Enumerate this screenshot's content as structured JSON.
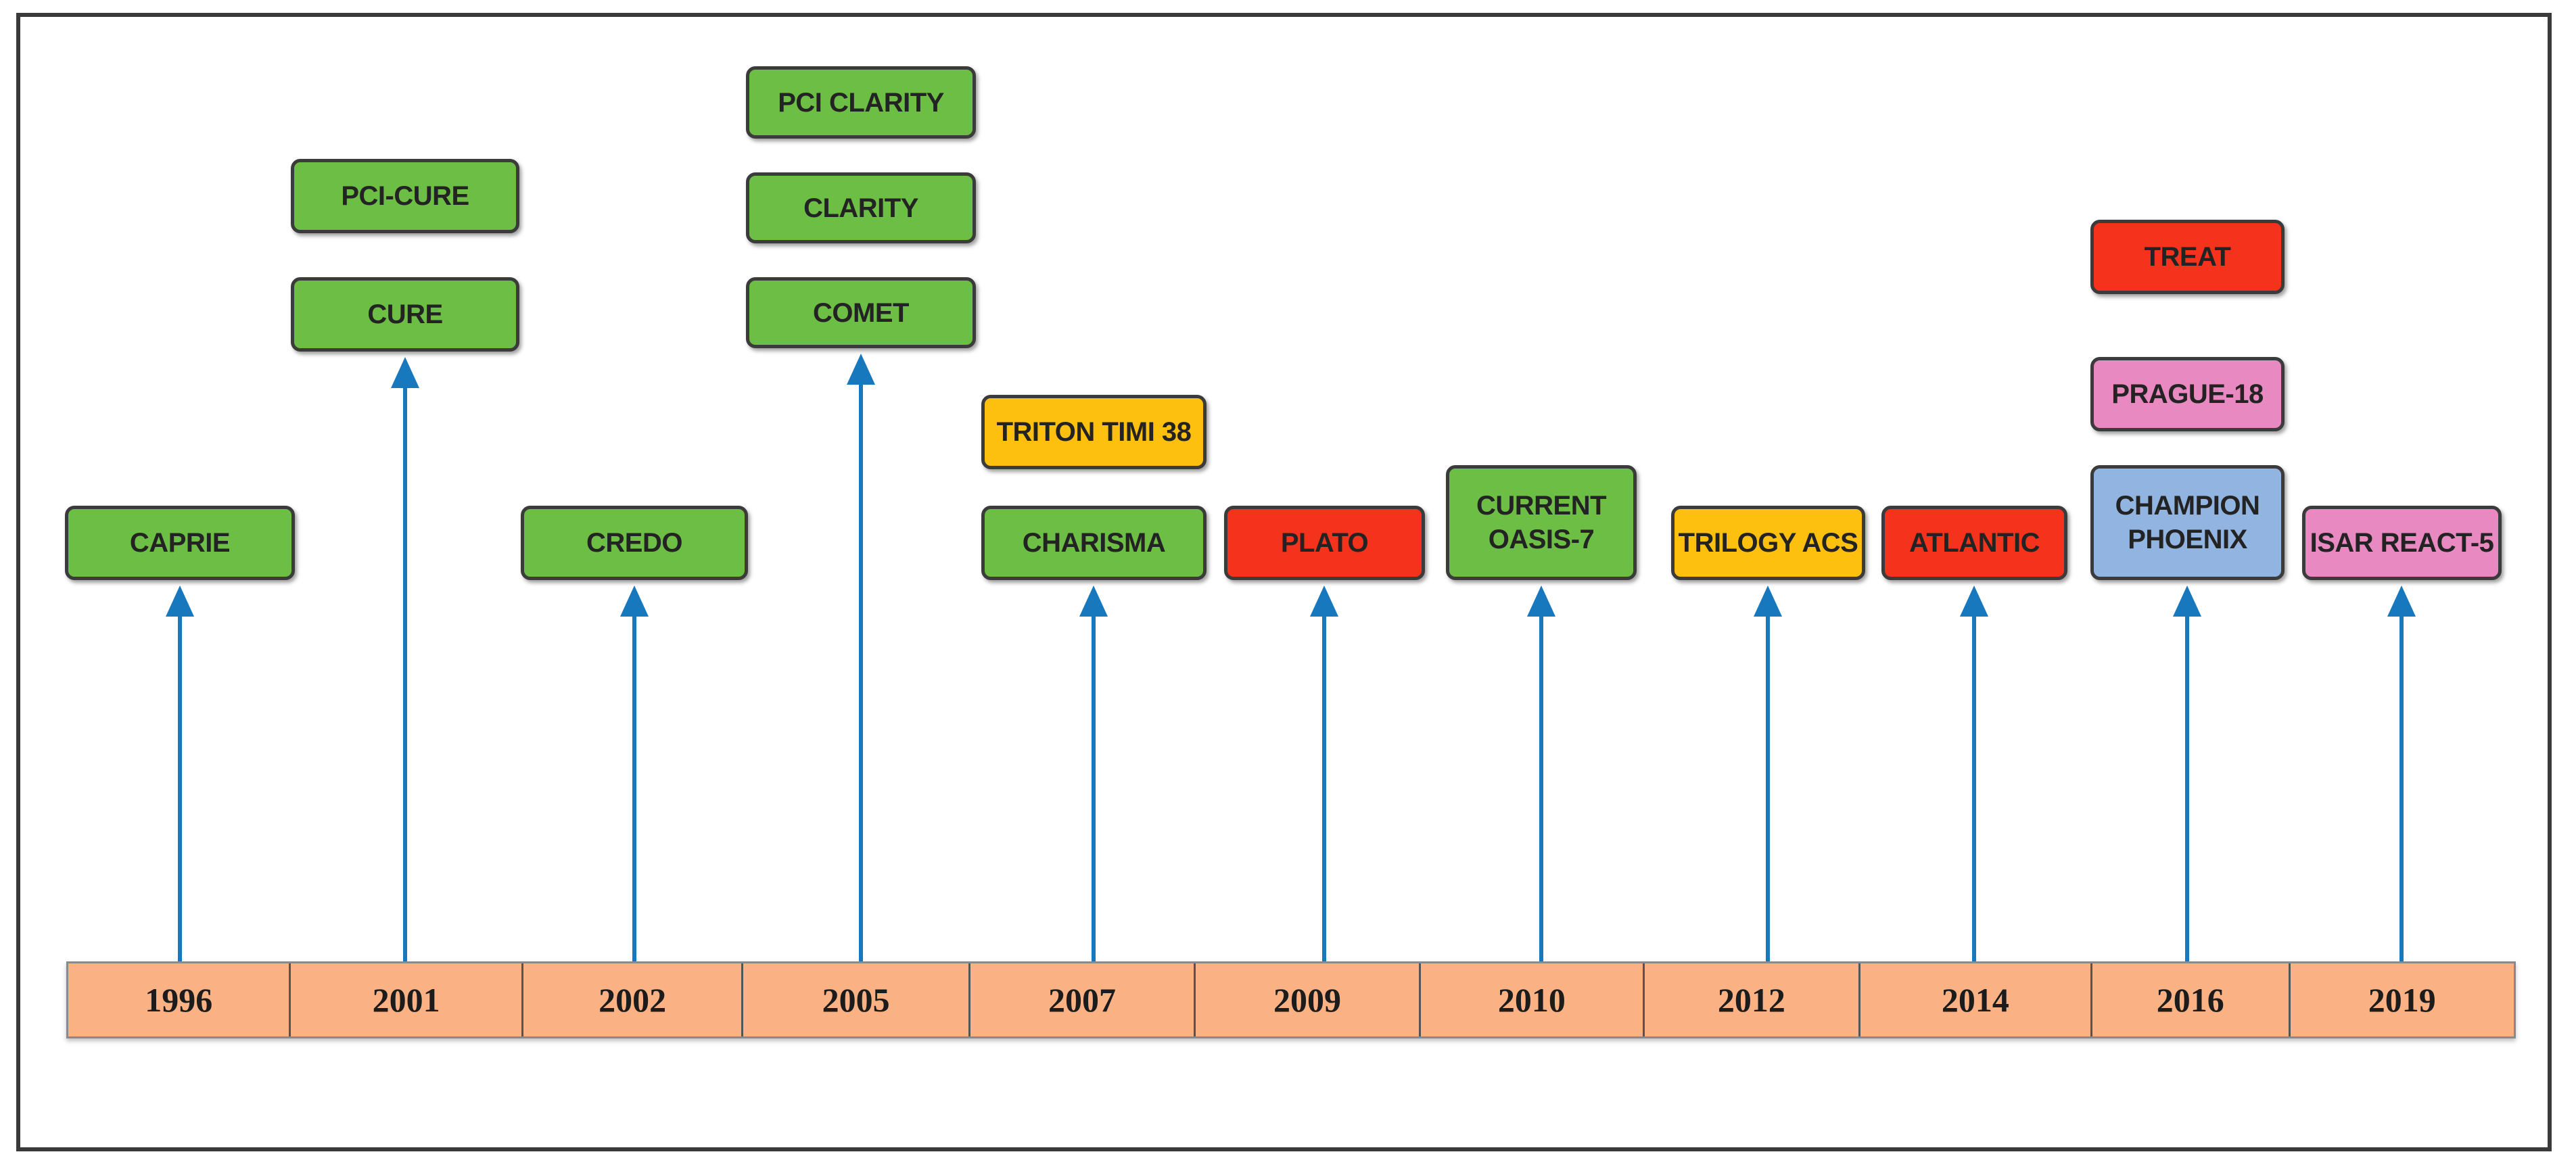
{
  "diagram": {
    "background": "#ffffff",
    "frame_border_color": "#3a3a3a",
    "arrow_color": "#1878BE",
    "palette": {
      "green": "#6CBE45",
      "amber": "#FEC00F",
      "red": "#F5331D",
      "pink": "#E989C1",
      "blue": "#92B4E0"
    },
    "timeline": {
      "fill": "#FAB284",
      "divider_color": "#555555",
      "years": [
        "1996",
        "2001",
        "2002",
        "2005",
        "2007",
        "2009",
        "2010",
        "2012",
        "2014",
        "2016",
        "2019"
      ]
    },
    "columns": [
      {
        "year": "1996",
        "trials": [
          {
            "label": "CAPRIE",
            "color": "green"
          }
        ]
      },
      {
        "year": "2001",
        "trials": [
          {
            "label": "PCI-CURE",
            "color": "green"
          },
          {
            "label": "CURE",
            "color": "green"
          }
        ]
      },
      {
        "year": "2002",
        "trials": [
          {
            "label": "CREDO",
            "color": "green"
          }
        ]
      },
      {
        "year": "2005",
        "trials": [
          {
            "label": "PCI CLARITY",
            "color": "green"
          },
          {
            "label": "CLARITY",
            "color": "green"
          },
          {
            "label": "COMET",
            "color": "green"
          }
        ]
      },
      {
        "year": "2007",
        "trials": [
          {
            "label": "TRITON TIMI 38",
            "color": "amber"
          },
          {
            "label": "CHARISMA",
            "color": "green"
          }
        ]
      },
      {
        "year": "2009",
        "trials": [
          {
            "label": "PLATO",
            "color": "red"
          }
        ]
      },
      {
        "year": "2010",
        "trials": [
          {
            "label": "CURRENT OASIS-7",
            "color": "green"
          }
        ]
      },
      {
        "year": "2012",
        "trials": [
          {
            "label": "TRILOGY ACS",
            "color": "amber"
          }
        ]
      },
      {
        "year": "2014",
        "trials": [
          {
            "label": "ATLANTIC",
            "color": "red"
          }
        ]
      },
      {
        "year": "2016",
        "trials": [
          {
            "label": "TREAT",
            "color": "red"
          },
          {
            "label": "PRAGUE-18",
            "color": "pink"
          },
          {
            "label": "CHAMPION PHOENIX",
            "color": "blue"
          }
        ]
      },
      {
        "year": "2019",
        "trials": [
          {
            "label": "ISAR REACT-5",
            "color": "pink"
          }
        ]
      }
    ]
  }
}
